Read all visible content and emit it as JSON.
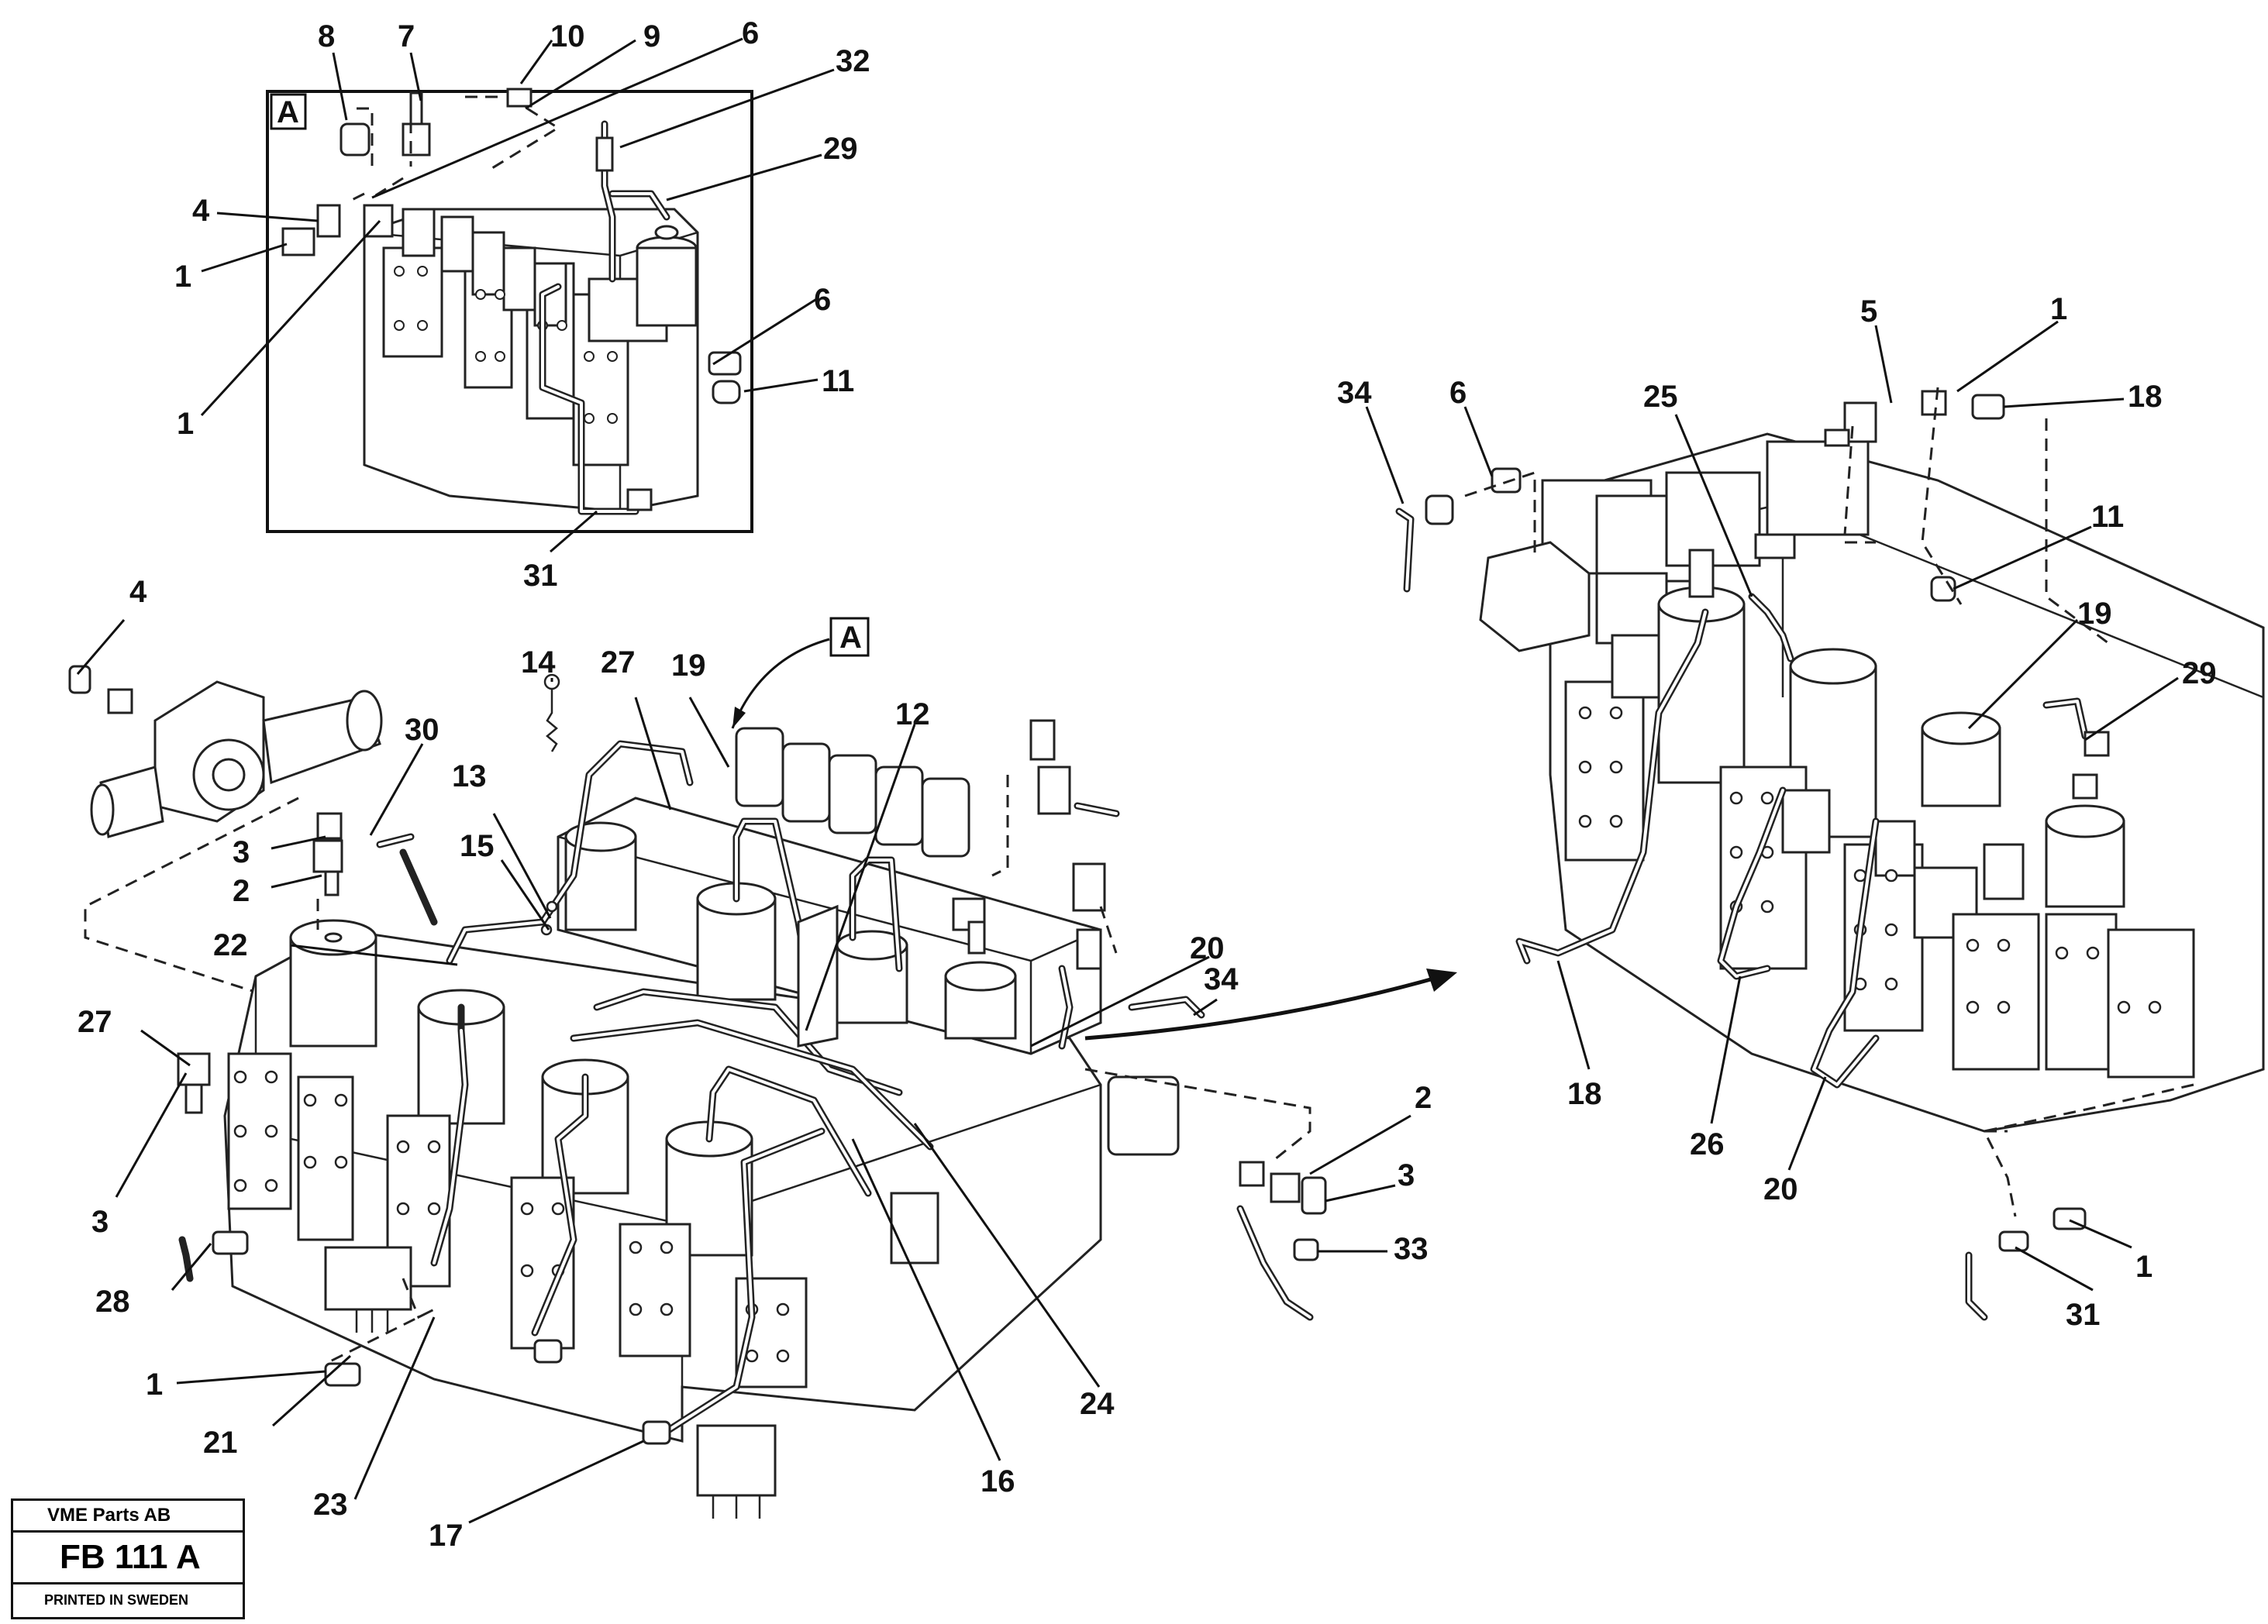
{
  "diagram": {
    "detail_label": "A",
    "callout_A": "A",
    "labels_detail": [
      "8",
      "7",
      "10",
      "9",
      "6",
      "32",
      "29",
      "4",
      "1",
      "1",
      "6",
      "11",
      "31"
    ],
    "labels_main": [
      "4",
      "30",
      "3",
      "2",
      "22",
      "27",
      "3",
      "28",
      "1",
      "21",
      "23",
      "17",
      "14",
      "27",
      "19",
      "13",
      "15",
      "12",
      "20",
      "34",
      "2",
      "3",
      "33",
      "24",
      "16"
    ],
    "labels_right": [
      "34",
      "6",
      "25",
      "5",
      "1",
      "18",
      "11",
      "19",
      "29",
      "18",
      "26",
      "20",
      "1",
      "31"
    ]
  },
  "stamp": {
    "company": "VME Parts AB",
    "code": "FB 111 A",
    "printed": "PRINTED IN SWEDEN"
  }
}
